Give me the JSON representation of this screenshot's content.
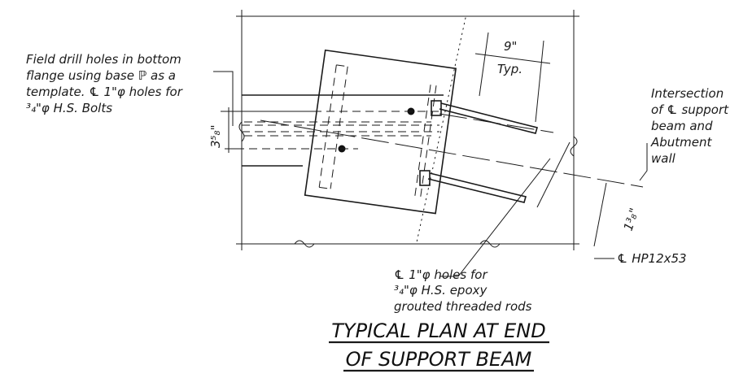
{
  "notes": {
    "field_drill": [
      "Field drill holes in bottom",
      "flange using base ℙ as a",
      "template. ℄ 1\"φ holes for",
      "³₄\"φ H.S. Bolts"
    ],
    "intersection": [
      "Intersection",
      "of ℄ support",
      "beam and",
      "Abutment",
      "wall"
    ],
    "holes_rods": [
      "℄ 1\"φ holes for",
      "³₄\"φ H.S. epoxy",
      "grouted threaded rods"
    ],
    "hp_label": "℄ HP12x53"
  },
  "dimensions": {
    "rod_spacing_top": "9\"",
    "rod_spacing_bottom": "Typ.",
    "bolt_spacing": "3⁵₈\"",
    "offset": "1³₈\""
  },
  "title": {
    "line1": "TYPICAL PLAN AT END",
    "line2": "OF SUPPORT BEAM"
  }
}
